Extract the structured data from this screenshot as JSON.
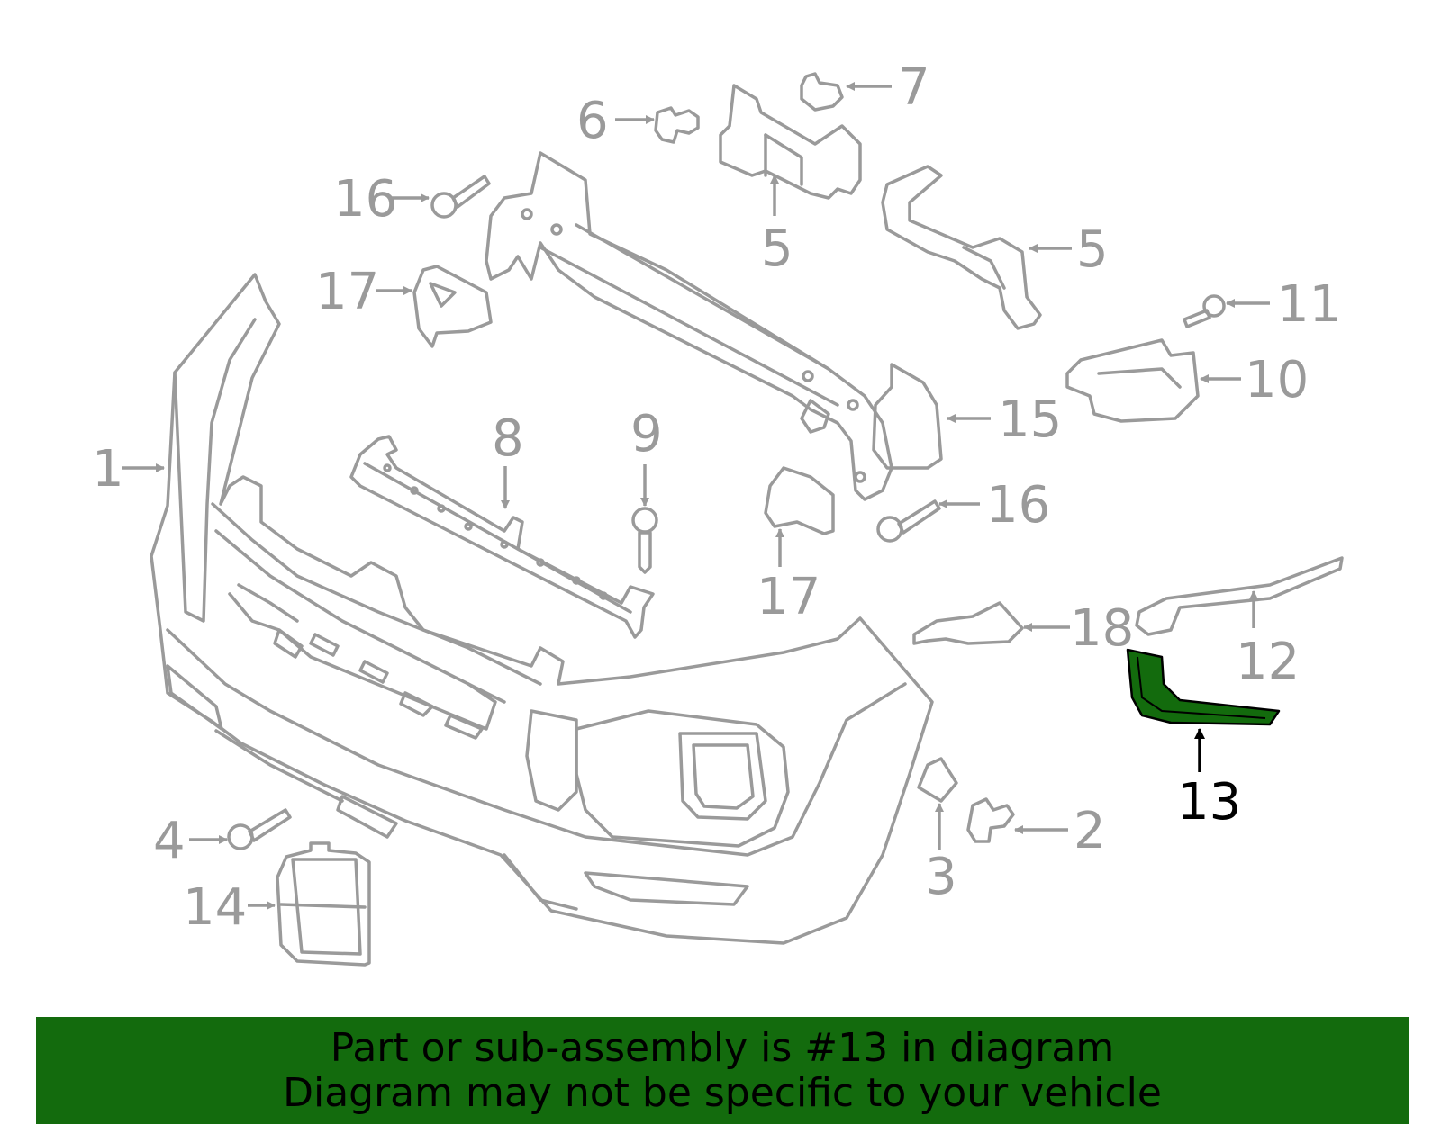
{
  "callouts": [
    "1",
    "2",
    "3",
    "4",
    "5",
    "5",
    "6",
    "7",
    "8",
    "9",
    "10",
    "11",
    "12",
    "13",
    "14",
    "15",
    "16",
    "16",
    "17",
    "17",
    "18"
  ],
  "highlight": {
    "part_number": "13",
    "color": "#136b0d"
  },
  "banner": {
    "line1": "Part or sub-assembly is #13 in diagram",
    "line2": "Diagram may not be specific to your vehicle",
    "background": "#136b0d"
  }
}
